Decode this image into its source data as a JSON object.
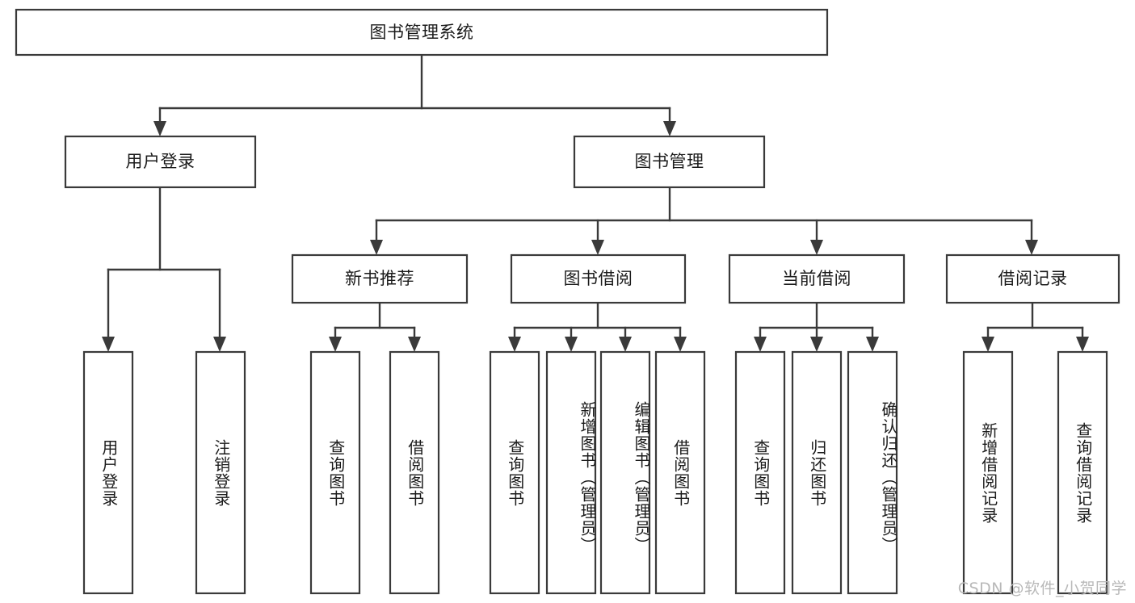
{
  "diagram": {
    "type": "tree-hierarchy",
    "title": "图书管理系统",
    "watermark": "CSDN @软件_小贺同学",
    "colors": {
      "box_stroke": "#3a3a3a",
      "box_fill": "#ffffff",
      "connector": "#3a3a3a",
      "text": "#1b1b1b",
      "background": "#ffffff",
      "watermark": "#b9b9b9"
    },
    "levels": {
      "root": {
        "label": "图书管理系统"
      },
      "level2": [
        {
          "label": "用户登录"
        },
        {
          "label": "图书管理"
        }
      ],
      "level3": [
        {
          "label": "新书推荐"
        },
        {
          "label": "图书借阅"
        },
        {
          "label": "当前借阅"
        },
        {
          "label": "借阅记录"
        }
      ],
      "leaves": {
        "user_login": [
          {
            "label": "用户登录"
          },
          {
            "label": "注销登录"
          }
        ],
        "new_book": [
          {
            "label": "查询图书"
          },
          {
            "label": "借阅图书"
          }
        ],
        "book_borrow": [
          {
            "label": "查询图书"
          },
          {
            "label": "新增图书（管理员）"
          },
          {
            "label": "编辑图书（管理员）"
          },
          {
            "label": "借阅图书"
          }
        ],
        "current_borrow": [
          {
            "label": "查询图书"
          },
          {
            "label": "归还图书"
          },
          {
            "label": "确认归还（管理员）"
          }
        ],
        "borrow_record": [
          {
            "label": "新增借阅记录"
          },
          {
            "label": "查询借阅记录"
          }
        ]
      }
    }
  }
}
